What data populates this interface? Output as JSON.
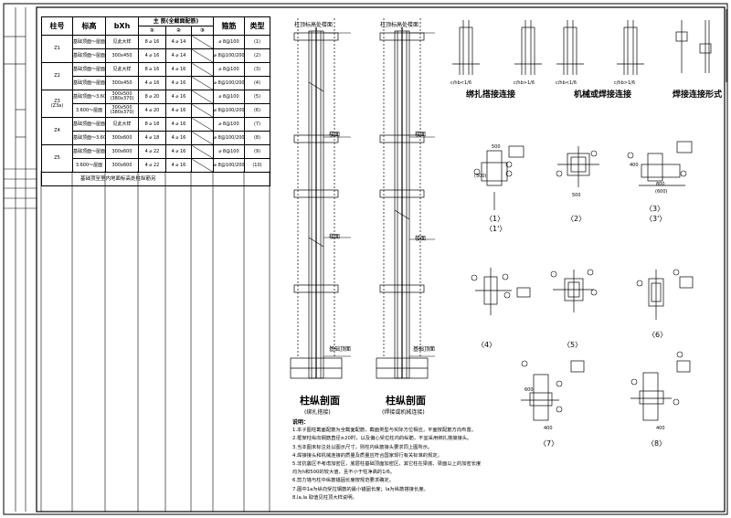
{
  "table": {
    "headers": {
      "col_no": "柱号",
      "elevation": "标高",
      "size": "bXh",
      "main_bars": "主 筋(全截面配筋)",
      "hoop": "箍筋",
      "type": "类型",
      "sub1": "①",
      "sub2": "②",
      "sub3": "③"
    },
    "rows": [
      {
        "no": "Z1",
        "elev": "基础顶面～屋面",
        "size": "见此大样",
        "r1": "8 ⌀ 16",
        "r2": "4 ⌀ 14",
        "hoop": "⌀ 8@100",
        "type": "(1)"
      },
      {
        "no": "",
        "elev": "基础顶面～屋面",
        "size": "300x450",
        "r1": "4 ⌀ 16",
        "r2": "4 ⌀ 14",
        "hoop": "⌀ 8@100/200",
        "type": "(2)"
      },
      {
        "no": "Z2",
        "elev": "基础顶面～屋面",
        "size": "见此大样",
        "r1": "8 ⌀ 16",
        "r2": "4 ⌀ 16",
        "hoop": "⌀ 8@100",
        "type": "(3)"
      },
      {
        "no": "",
        "elev": "基础顶面～屋面",
        "size": "300x450",
        "r1": "4 ⌀ 16",
        "r2": "4 ⌀ 16",
        "hoop": "⌀ 8@100/200",
        "type": "(4)"
      },
      {
        "no": "Z3",
        "no2": "(Z3a)",
        "elev": "基础顶面～3.600",
        "size": "300x500",
        "size2": "(380x370)",
        "r1": "8 ⌀ 20",
        "r2": "4 ⌀ 16",
        "hoop": "⌀ 8@100",
        "type": "(5)"
      },
      {
        "no": "",
        "elev": "3.600～屋面",
        "size": "300x500",
        "size2": "(380x370)",
        "r1": "4 ⌀ 20",
        "r2": "4 ⌀ 16",
        "hoop": "⌀ 8@100/200",
        "type": "(6)"
      },
      {
        "no": "Z4",
        "elev": "基础顶面～屋面",
        "size": "见此大样",
        "r1": "8 ⌀ 18",
        "r2": "4 ⌀ 16",
        "hoop": "⌀ 8@100",
        "type": "(7)"
      },
      {
        "no": "",
        "elev": "基础顶面～3.600",
        "size": "300x600",
        "r1": "4 ⌀ 18",
        "r2": "4 ⌀ 16",
        "hoop": "⌀ 8@100/200",
        "type": "(8)"
      },
      {
        "no": "Z5",
        "elev": "基础顶面～屋面",
        "size": "300x600",
        "r1": "4 ⌀ 22",
        "r2": "4 ⌀ 16",
        "hoop": "⌀ 8@100",
        "type": "(9)"
      },
      {
        "no": "",
        "elev": "3.600～屋面",
        "size": "300x600",
        "r1": "4 ⌀ 22",
        "r2": "4 ⌀ 16",
        "hoop": "⌀ 8@100/200",
        "type": "(10)"
      }
    ],
    "note_row": "基础顶至室内地面标高处柱纵筋另"
  },
  "sections": {
    "left_title": "柱纵剖面",
    "left_sub": "(绑扎搭接)",
    "right_title": "柱纵剖面",
    "right_sub": "(焊接或机械连接)",
    "top_label": "柱顶标高处楼面",
    "floor_label": "楼面",
    "base_label": "基础顶面"
  },
  "splices": {
    "lap_title": "绑扎搭接连接",
    "mech_title": "机械或焊接连接",
    "weld_title": "焊接连接形式",
    "ratio1": "c/hb<1/6",
    "ratio2": "c/hb>1/6"
  },
  "details": {
    "d1": "〈1〉",
    "d1b": "〈1'〉",
    "d2": "〈2〉",
    "d3": "〈3〉",
    "d3b": "〈3'〉",
    "d4": "〈4〉",
    "d5": "〈5〉",
    "d6": "〈6〉",
    "d7": "〈7〉",
    "d8": "〈8〉",
    "dim500": "500",
    "dim400": "400",
    "dim600": "600",
    "dim500b": "(500)",
    "dim800": "800",
    "dim600b": "(600)"
  },
  "notes": {
    "heading": "说明：",
    "n1": "1.本子图柱截面配筋为全截面配筋，截面类型与实际方位相应，平面按配筋方向布置。",
    "n2": "2.框架柱纵向钢筋直径≥20时，以及偏心受拉柱内的纵筋，不宜采用绑扎搭接接头。",
    "n3": "3.当本图未标注处以图示尺寸，则柱内纵筋接头要求同上图所示。",
    "n4": "4.焊接接头和机械连接的质量及质量应符合国家现行有关标准的规定。",
    "n5": "5.非抗震区不考虑加密区，底层柱基础顶面加密区，其它柱在梁底、梁面以上的加密长度",
    "n5b": "  均为h和500的较大值，且不小于柱净高的1/6。",
    "n6": "6.剪力墙与柱中纵筋锚固长度按规范要求确定。",
    "n7": "7.图中1a为纵向受拉钢筋的最小锚固长度；la为纵筋搭接长度。",
    "n8": "8.la,la 取值见柱顶大样说明。"
  }
}
